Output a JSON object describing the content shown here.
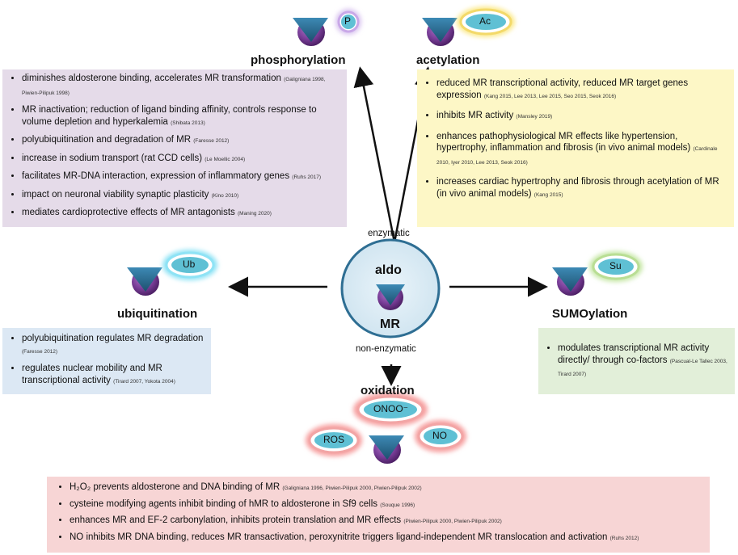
{
  "center": {
    "top_label": "aldo",
    "bottom_label": "MR",
    "above_text": "enzymatic",
    "below_text": "non-enzymatic"
  },
  "phosphorylation": {
    "title": "phosphorylation",
    "badge": "P",
    "items": [
      {
        "text": "diminishes aldosterone binding, accelerates MR transformation ",
        "ref": "(Galigniana 1998, Piwien-Pilipuk 1998)"
      },
      {
        "text": "MR inactivation; reduction of ligand binding affinity, controls response to volume depletion and hyperkalemia ",
        "ref": "(Shibata 2013)"
      },
      {
        "text": "polyubiquitination and degradation of MR ",
        "ref": "(Faresse 2012)"
      },
      {
        "text": "increase in sodium transport (rat CCD cells) ",
        "ref": "(Le Moellic 2004)"
      },
      {
        "text": "facilitates MR-DNA interaction, expression of inflammatory genes ",
        "ref": "(Ruhs 2017)"
      },
      {
        "text": "impact on neuronal viability synaptic plasticity ",
        "ref": "(Kino 2010)"
      },
      {
        "text": "mediates cardioprotective effects of MR antagonists ",
        "ref": "(Maning 2020)"
      }
    ]
  },
  "acetylation": {
    "title": "acetylation",
    "badge": "Ac",
    "items": [
      {
        "text": "reduced MR transcriptional activity, reduced MR target genes expression ",
        "ref": "(Kang 2015, Lee 2013, Lee 2015, Seo 2015, Seok 2016)"
      },
      {
        "text": "inhibits MR activity ",
        "ref": "(Mansley 2019)"
      },
      {
        "text": "enhances pathophysiological MR effects like hypertension, hypertrophy, inflammation and fibrosis (in vivo animal models) ",
        "ref": "(Cardinale 2010, Iyer 2010, Lee 2013, Seok 2016)"
      },
      {
        "text": "increases cardiac hypertrophy  and fibrosis through acetylation of MR  (in vivo animal models) ",
        "ref": "(Kang 2015)"
      }
    ]
  },
  "ubiquitination": {
    "title": "ubiquitination",
    "badge": "Ub",
    "items": [
      {
        "text": "polyubiquitination regulates MR degradation ",
        "ref": "(Faresse 2012)"
      },
      {
        "text": "regulates nuclear mobility and MR transcriptional activity ",
        "ref": "(Tirard 2007, Yokota 2004)"
      }
    ]
  },
  "sumoylation": {
    "title": "SUMOylation",
    "badge": "Su",
    "items": [
      {
        "text": "modulates transcriptional MR activity directly/ through  co-factors ",
        "ref": "(Pascual-Le Tallec 2003, Tirard 2007)"
      }
    ]
  },
  "oxidation": {
    "title": "oxidation",
    "badges": {
      "onoo": "ONOO⁻",
      "ros": "ROS",
      "no": "NO"
    },
    "items": [
      {
        "text": "H₂O₂ prevents aldosterone and DNA binding of MR ",
        "ref": "(Galigniana 1996, Piwien-Pilipuk 2000, Piwien-Pilipuk 2002)"
      },
      {
        "text": "cysteine modifying agents inhibit binding of hMR to aldosterone in Sf9 cells ",
        "ref": "(Souque 1996)"
      },
      {
        "text": "enhances MR and EF-2 carbonylation, inhibits protein translation and MR effects ",
        "ref": "(Piwien-Pilipuk 2000, Piwien-Pilipuk 2002)"
      },
      {
        "text": "NO inhibits MR DNA binding, reduces MR transactivation, peroxynitrite triggers ligand-independent MR translocation and activation ",
        "ref": "(Ruhs 2012)"
      }
    ]
  },
  "colors": {
    "purple_box": "#e5dbe9",
    "yellow_box": "#fdf7c6",
    "blue_box": "#dce8f4",
    "green_box": "#e2efd9",
    "red_box": "#f7d5d5",
    "badge_fill": "#5fc0d4",
    "mr_purple": "#7b3f9a",
    "triangle": "#2e6e93"
  }
}
